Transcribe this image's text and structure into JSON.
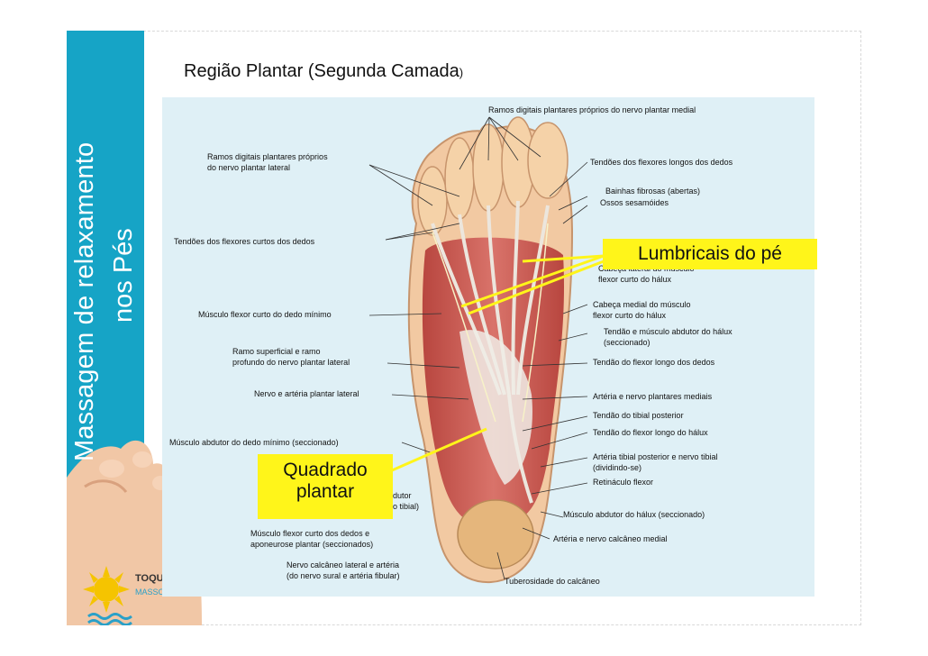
{
  "sidebar": {
    "title_line1": "Massagem de relaxamento",
    "title_line2": "nos Pés"
  },
  "slide": {
    "title": "Região Plantar (Segunda Camada",
    "title_paren": ")"
  },
  "callouts": {
    "lumbricais": "Lumbricais do pé",
    "quadrado_line1": "Quadrado",
    "quadrado_line2": "plantar"
  },
  "labels": {
    "l1": "Ramos digitais plantares próprios do nervo plantar medial",
    "l2a": "Ramos digitais plantares próprios",
    "l2b": "do nervo plantar lateral",
    "l3": "Tendões dos flexores longos dos dedos",
    "l4": "Bainhas fibrosas (abertas)",
    "l5": "Ossos sesamóides",
    "l6": "Tendões dos flexores curtos dos dedos",
    "l7a": "Cabeça lateral do músculo",
    "l7b": "flexor curto do hálux",
    "l8a": "Cabeça medial do músculo",
    "l8b": "flexor curto do hálux",
    "l9": "Músculo flexor curto do dedo mínimo",
    "l10a": "Tendão e músculo abdutor do hálux",
    "l10b": "(seccionado)",
    "l11a": "Ramo superficial e ramo",
    "l11b": "profundo do nervo plantar lateral",
    "l12": "Tendão do flexor longo dos dedos",
    "l13": "Nervo e artéria plantar lateral",
    "l14": "Artéria e nervo plantares mediais",
    "l15": "Tendão do tibial posterior",
    "l16": "Tendão do flexor longo do hálux",
    "l17": "Músculo abdutor do dedo mínimo (seccionado)",
    "l18a": "Artéria tibial posterior e nervo tibial",
    "l18b": "(dividindo-se)",
    "l19": "Retináculo flexor",
    "l20a": "dutor",
    "l20b": "o tibial)",
    "l21": "Músculo abdutor do hálux (seccionado)",
    "l22a": "Músculo flexor curto dos dedos e",
    "l22b": "aponeurose plantar (seccionados)",
    "l23": "Artéria e nervo calcâneo medial",
    "l24a": "Nervo calcâneo lateral e artéria",
    "l24b": "(do nervo sural e artéria fibular)",
    "l25": "Tuberosidade do calcâneo"
  },
  "logo": {
    "text1": "TOQUE D",
    "text2": "MASSOT"
  },
  "colors": {
    "sidebar": "#16a4c6",
    "callout": "#fff51a",
    "muscle": "#cf5a4f",
    "tendon": "#e9e3da",
    "panel": "#dff0f6"
  }
}
